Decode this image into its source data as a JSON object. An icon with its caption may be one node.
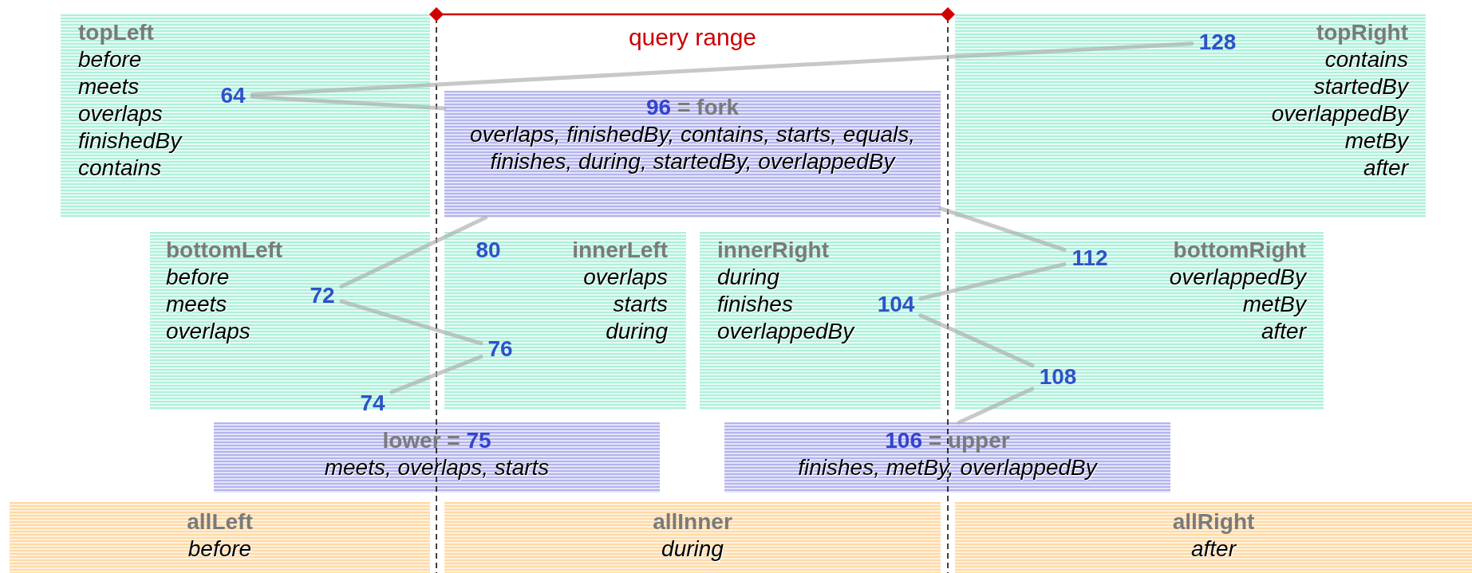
{
  "diagram": {
    "nodes": [
      {
        "text": [
          "topLeft",
          "before meets overlaps finishedBy contains"
        ]
      },
      {
        "text": [
          "64"
        ],
        "in": 0
      },
      {
        "text": [
          "96 = fork",
          "overlaps, finishedBy, contains, starts, equals, finishes, during, startedBy, overlappedBy"
        ]
      },
      {
        "text": [
          "topRight",
          "contains startedBy overlappedBy metBy after"
        ]
      },
      {
        "text": [
          "128"
        ],
        "in": 3
      },
      {
        "text": [
          "bottomLeft",
          "before meets overlaps"
        ]
      },
      {
        "text": [
          "72"
        ],
        "in": 5
      },
      {
        "text": [
          "74"
        ],
        "in": 5
      },
      {
        "text": [
          "80",
          "innerLeft",
          "overlaps starts during"
        ]
      },
      {
        "text": [
          "76"
        ],
        "in": 8
      },
      {
        "text": [
          "innerRight",
          "during finishes overlappedBy"
        ]
      },
      {
        "text": [
          "104"
        ],
        "in": 10
      },
      {
        "text": [
          "bottomRight",
          "overlappedBy metBy after"
        ]
      },
      {
        "text": [
          "112"
        ],
        "in": 12
      },
      {
        "text": [
          "108"
        ],
        "in": 12
      },
      {
        "text": [
          "lower = 75",
          "meets, overlaps, starts"
        ]
      },
      {
        "text": [
          "106 = upper",
          "finishes, metBy, overlappedBy"
        ]
      },
      {
        "text": [
          "allLeft",
          "before"
        ]
      },
      {
        "text": [
          "allInner",
          "during"
        ]
      },
      {
        "text": [
          "allRight",
          "after"
        ]
      }
    ],
    "edges": [
      {
        "from": 4,
        "to": 1,
        "arrow": "none"
      },
      {
        "from": 1,
        "to": 2,
        "arrow": "none"
      },
      {
        "from": 2,
        "to": 6,
        "arrow": "none"
      },
      {
        "from": 6,
        "to": 9,
        "arrow": "none"
      },
      {
        "from": 9,
        "to": 7,
        "arrow": "none"
      },
      {
        "from": 2,
        "to": 13,
        "arrow": "none"
      },
      {
        "from": 13,
        "to": 11,
        "arrow": "none"
      },
      {
        "from": 11,
        "to": 14,
        "arrow": "none"
      },
      {
        "from": 14,
        "to": 16,
        "arrow": "none"
      }
    ],
    "labels": [
      "query range"
    ]
  }
}
